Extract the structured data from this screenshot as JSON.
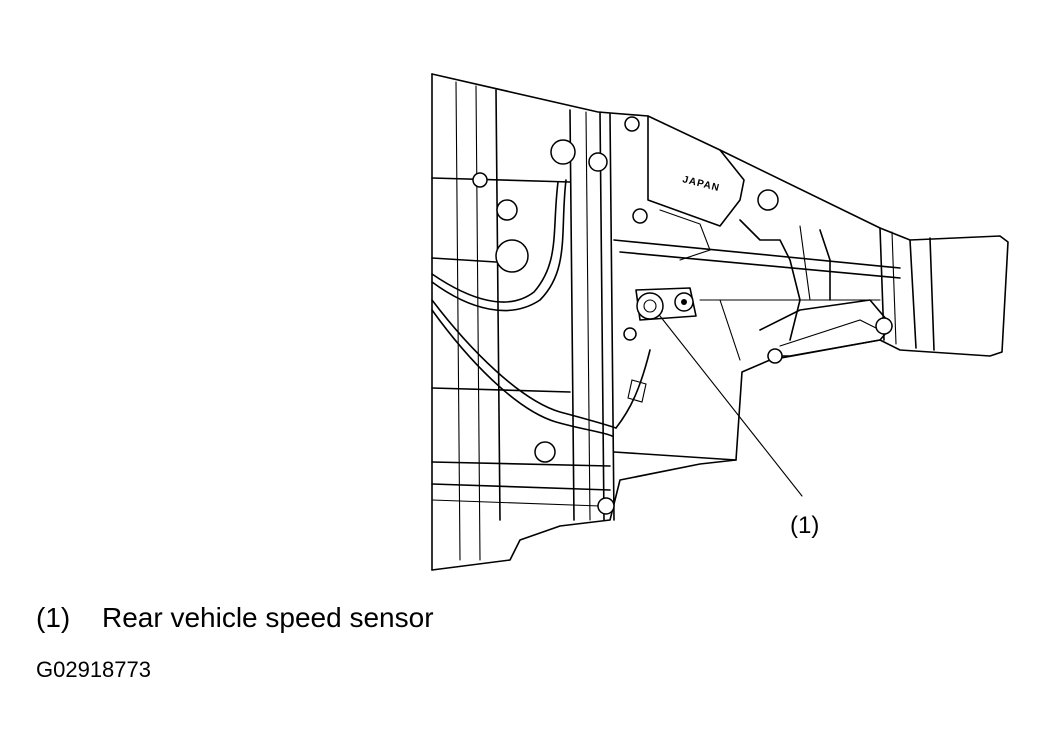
{
  "diagram": {
    "stamp_text": "JAPAN",
    "callout_label": "(1)"
  },
  "legend": {
    "items": [
      {
        "number": "(1)",
        "text": "Rear vehicle speed sensor"
      }
    ]
  },
  "figure_id": "G02918773"
}
